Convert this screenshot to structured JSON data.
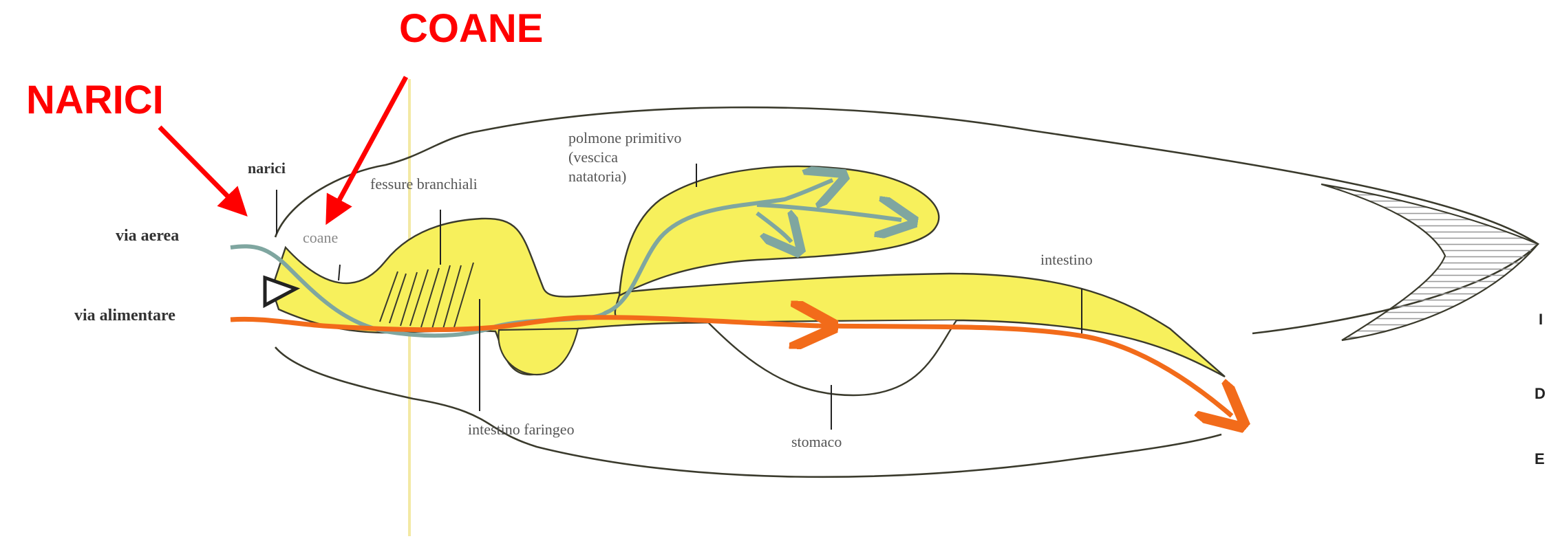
{
  "colors": {
    "organ_fill": "#f7f05c",
    "outline": "#3a3a2c",
    "air_path": "#7fa6a0",
    "food_path": "#f26b1a",
    "annotation_red": "#ff0000",
    "guide_line": "#f3e9a4",
    "hatch": "#9a9a9a"
  },
  "annotations": {
    "narici_big": "NARICI",
    "coane_big": "COANE"
  },
  "labels": {
    "via_aerea": "via aerea",
    "via_alimentare": "via alimentare",
    "narici": "narici",
    "coane": "coane",
    "fessure_branchiali": "fessure branchiali",
    "polmone_line1": "polmone primitivo",
    "polmone_line2": "(vescica",
    "polmone_line3": "natatoria)",
    "intestino": "intestino",
    "intestino_faringeo": "intestino faringeo",
    "stomaco": "stomaco"
  },
  "edge_letters": [
    "I",
    "D",
    "E"
  ]
}
